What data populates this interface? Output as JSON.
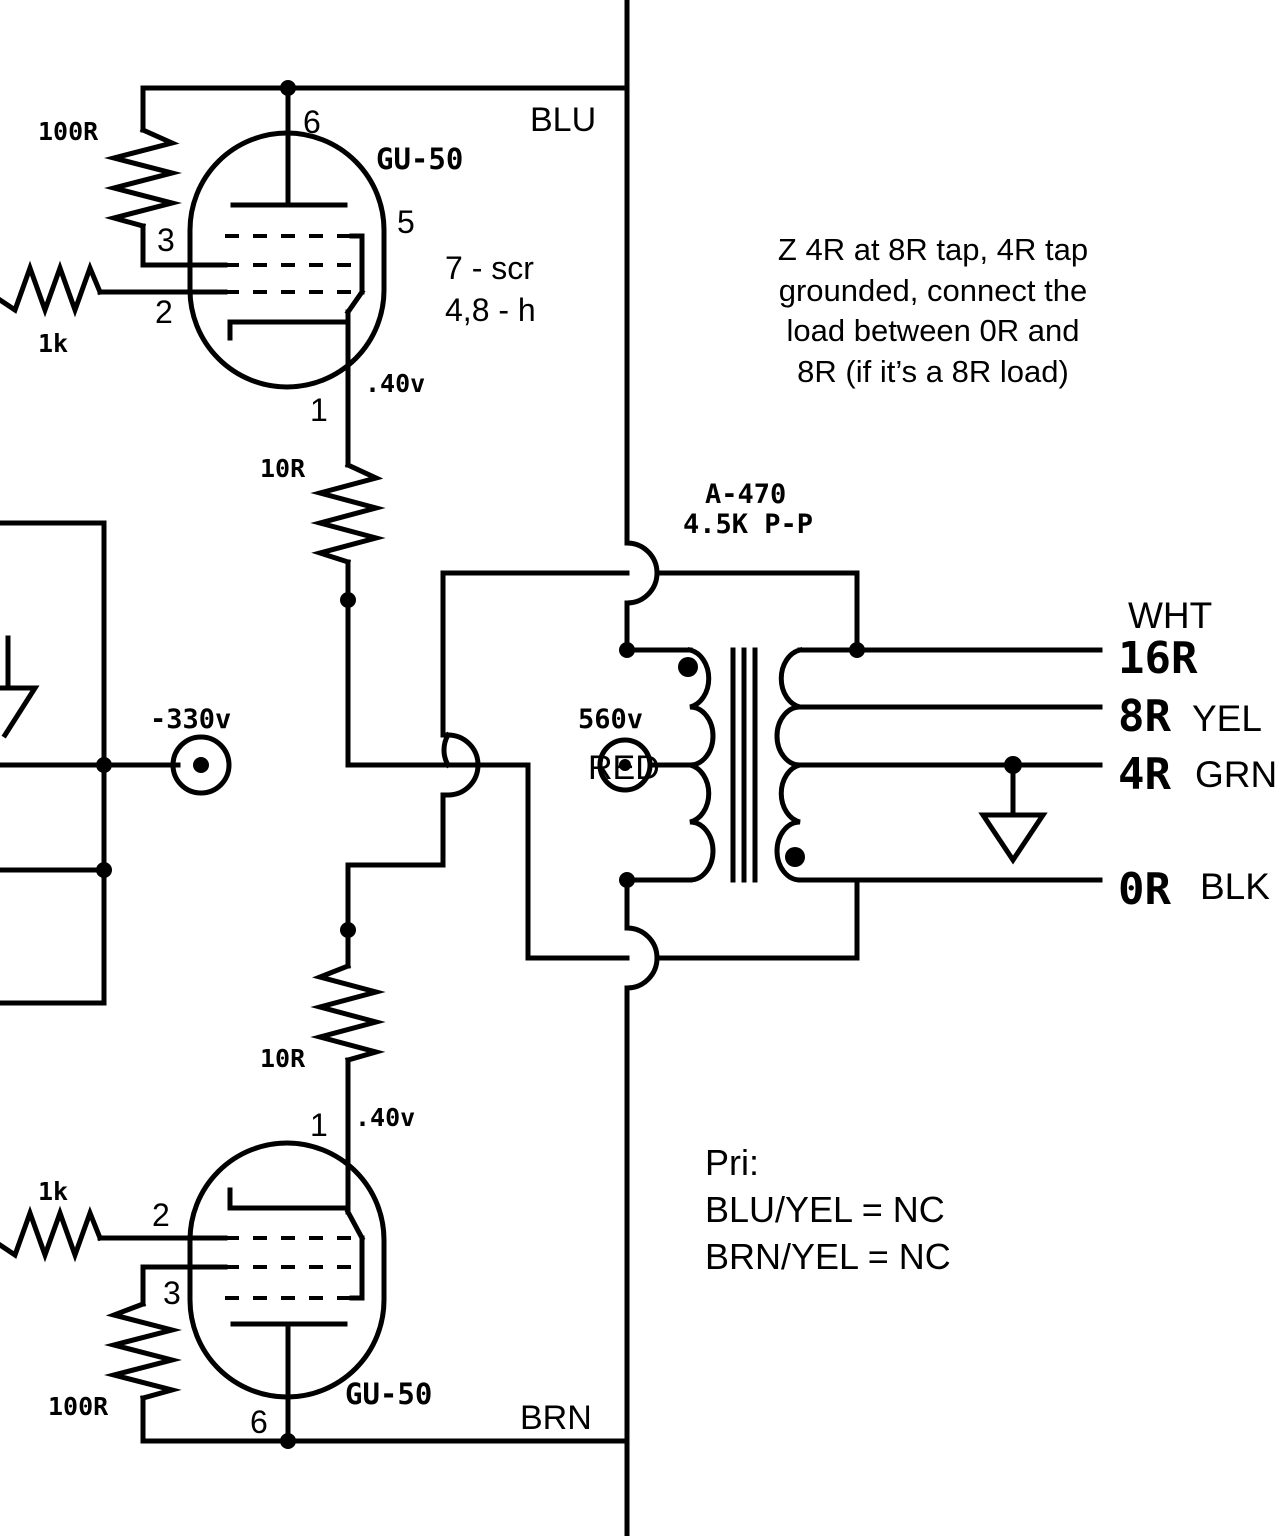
{
  "colors": {
    "blu": "#3a86d8",
    "brn": "#7a5a10",
    "wht": "#c64fe0",
    "yel": "#f0c020",
    "grn": "#55cc66",
    "red": "#e84040",
    "blk": "#000000",
    "wire": "#000000"
  },
  "upper_tube": {
    "name": "GU-50",
    "anode_resistor": "100R",
    "grid_resistor": "1k",
    "cathode_resistor": "10R",
    "cathode_voltage": ".40v",
    "pin_anode": "6",
    "pin_g2": "3",
    "pin_g1": "2",
    "pin_g3": "5",
    "pin_cathode": "1",
    "note_line1": "7 - scr",
    "note_line2": "4,8 - h"
  },
  "lower_tube": {
    "name": "GU-50",
    "anode_resistor": "100R",
    "grid_resistor": "1k",
    "cathode_resistor": "10R",
    "cathode_voltage": ".40v",
    "pin_anode": "6",
    "pin_g2": "3",
    "pin_g1": "2",
    "pin_cathode": "1"
  },
  "bias": {
    "voltage": "-330v"
  },
  "transformer": {
    "model": "A-470",
    "impedance": "4.5K P-P",
    "b_plus": "560v",
    "center_tap_color": "RED",
    "top_primary_color": "BLU",
    "bottom_primary_color": "BRN"
  },
  "secondary_taps": [
    {
      "label": "16R",
      "color_name": "WHT"
    },
    {
      "label": "8R",
      "color_name": "YEL"
    },
    {
      "label": "4R",
      "color_name": "GRN"
    },
    {
      "label": "0R",
      "color_name": "BLK"
    }
  ],
  "note": {
    "lines": [
      "Z 4R at 8R tap, 4R tap",
      "grounded, connect the",
      "load between 0R and",
      "8R (if it’s a 8R load)"
    ]
  },
  "primary_note": {
    "lines": [
      "Pri:",
      "BLU/YEL = NC",
      "BRN/YEL = NC"
    ]
  }
}
